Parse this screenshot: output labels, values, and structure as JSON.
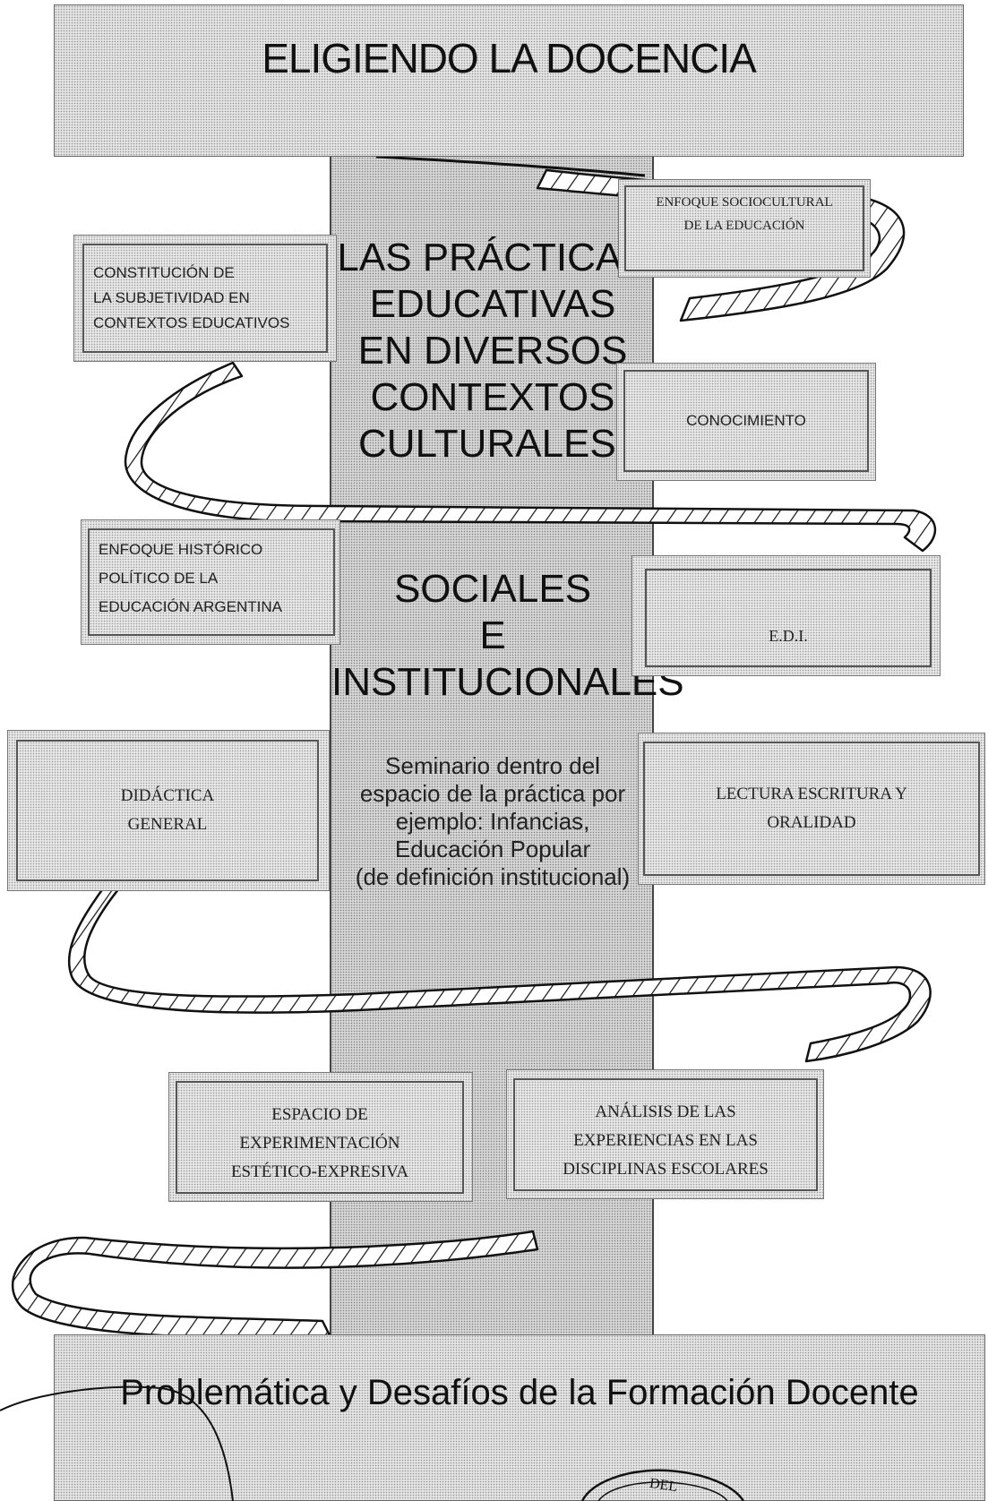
{
  "header": {
    "title": "ELIGIENDO LA DOCENCIA"
  },
  "center": {
    "lines_top": [
      "LAS PRÁCTICAS",
      "EDUCATIVAS",
      "EN DIVERSOS",
      "CONTEXTOS",
      "CULTURALES,"
    ],
    "lines_mid": [
      "SOCIALES",
      "E",
      "INSTITUCIONALES"
    ],
    "seminar": [
      "Seminario dentro del",
      "espacio de la práctica por",
      "ejemplo: Infancias,",
      "Educación Popular",
      "(de definición institucional)"
    ]
  },
  "boxes": {
    "sociocultural": [
      "ENFOQUE SOCIOCULTURAL",
      "DE LA EDUCACIÓN"
    ],
    "subjetividad": [
      "CONSTITUCIÓN DE",
      "LA SUBJETIVIDAD EN",
      "CONTEXTOS EDUCATIVOS"
    ],
    "conocimiento": [
      "CONOCIMIENTO"
    ],
    "historico": [
      "ENFOQUE HISTÓRICO",
      "POLÍTICO DE LA",
      "EDUCACIÓN ARGENTINA"
    ],
    "edi": [
      "E.D.I."
    ],
    "didactica": [
      "DIDÁCTICA",
      "GENERAL"
    ],
    "lectura": [
      "LECTURA ESCRITURA Y",
      "ORALIDAD"
    ],
    "espacio": [
      "ESPACIO DE",
      "EXPERIMENTACIÓN",
      "ESTÉTICO-EXPRESIVA"
    ],
    "analisis": [
      "ANÁLISIS DE LAS",
      "EXPERIENCIAS EN LAS",
      "DISCIPLINAS ESCOLARES"
    ]
  },
  "footer": {
    "title": "Problemática y Desafíos de la Formación Docente"
  },
  "seal": {
    "text": "DEL"
  },
  "colors": {
    "border": "#555555",
    "ribbon": "#222222",
    "background": "#ffffff"
  }
}
